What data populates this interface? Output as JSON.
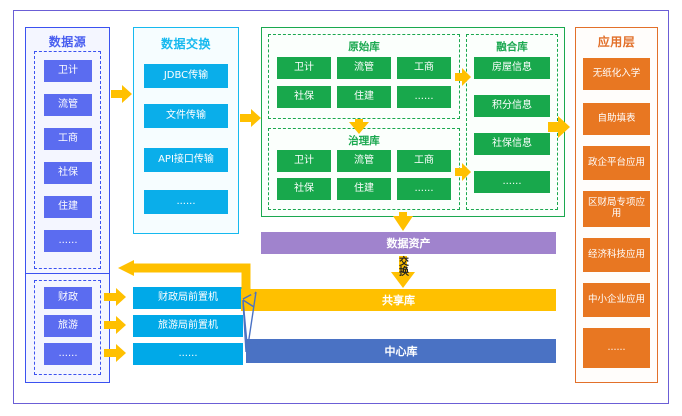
{
  "diagram": {
    "accent_colors": {
      "outer_border": "#6b5ed6",
      "source_border": "#3b52f0",
      "source_chip": "#5b6cf0",
      "exchange_border": "#16b9ef",
      "exchange_chip": "#0aaeea",
      "store_border": "#1aa84f",
      "store_chip": "#18a84c",
      "app_border": "#e2702a",
      "app_chip": "#e87722",
      "asset_bar": "#a083cd",
      "share_bar": "#ffc000",
      "center_bar": "#4a72c4",
      "arrow_yellow": "#ffc000",
      "front_machine": "#00a9e8"
    },
    "source_panel": {
      "title": "数据源",
      "group_top": [
        "卫计",
        "流管",
        "工商",
        "社保",
        "住建",
        "......"
      ],
      "group_bottom": [
        "财政",
        "旅游",
        "......"
      ]
    },
    "exchange_panel": {
      "title": "数据交换",
      "items": [
        "JDBC传输",
        "文件传输",
        "API接口传输",
        "......"
      ],
      "front_machines": [
        "财政局前置机",
        "旅游局前置机",
        "......"
      ]
    },
    "store_panel": {
      "raw": {
        "title": "原始库",
        "items": [
          "卫计",
          "流管",
          "工商",
          "社保",
          "住建",
          "......"
        ]
      },
      "govern": {
        "title": "治理库",
        "items": [
          "卫计",
          "流管",
          "工商",
          "社保",
          "住建",
          "......"
        ]
      },
      "fusion": {
        "title": "融合库",
        "items": [
          "房屋信息",
          "积分信息",
          "社保信息",
          "......"
        ]
      }
    },
    "app_panel": {
      "title": "应用层",
      "items": [
        "无纸化入学",
        "自助填表",
        "政企平台应用",
        "区财局专项应用",
        "经济科技应用",
        "中小企业应用",
        "......"
      ]
    },
    "bars": {
      "asset": "数据资产",
      "share": "共享库",
      "center": "中心库",
      "exchange_label": "交换"
    }
  }
}
